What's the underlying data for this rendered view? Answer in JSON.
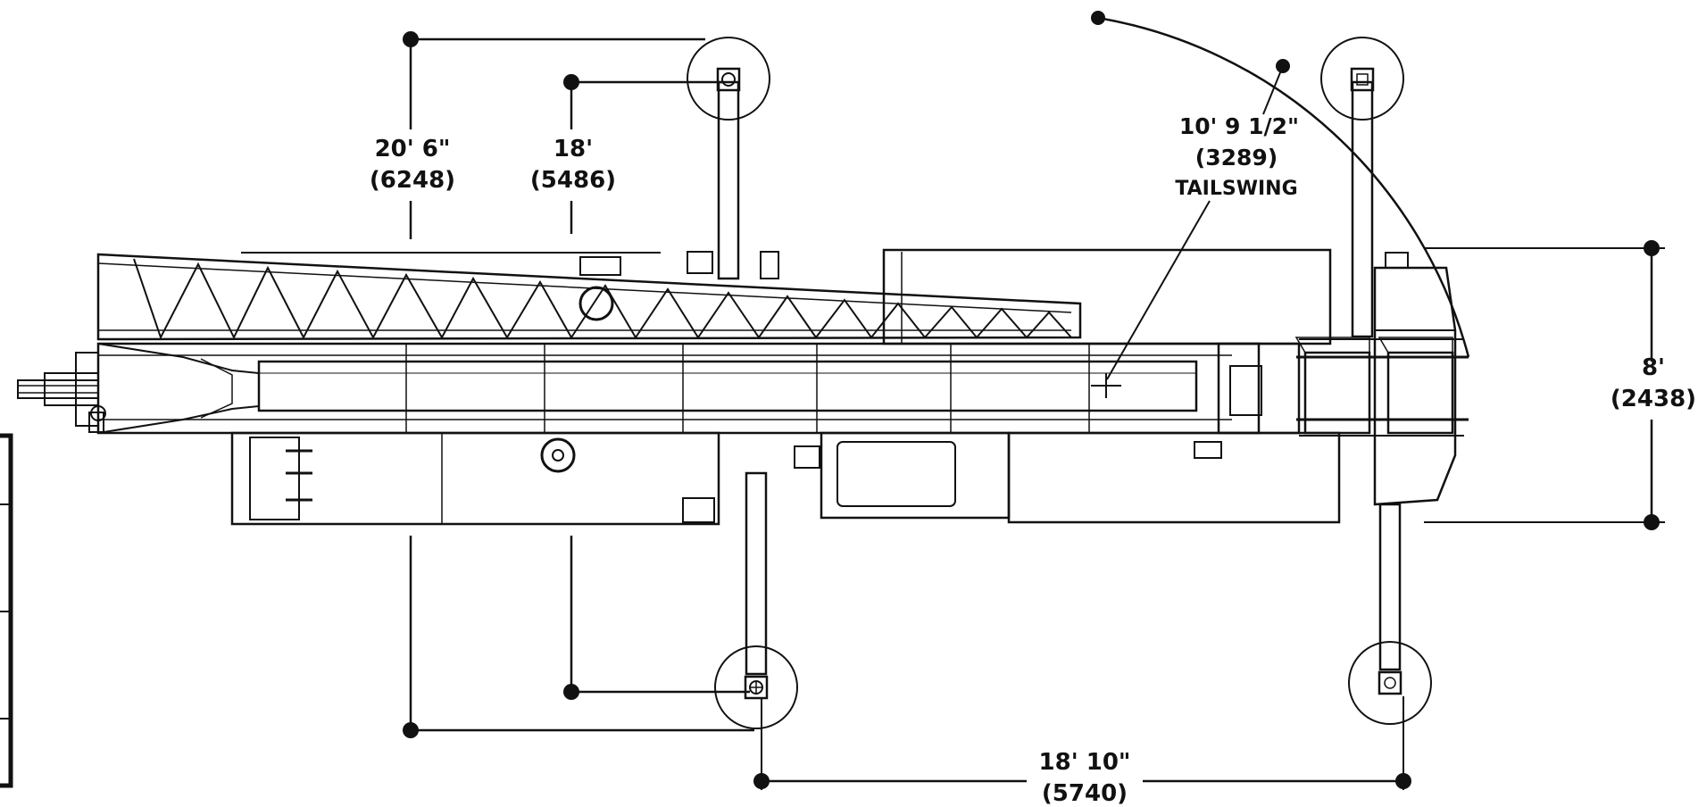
{
  "dimensions": {
    "outrigger_span_outer": {
      "imperial": "20' 6\"",
      "metric": "(6248)"
    },
    "outrigger_span_inner": {
      "imperial": "18'",
      "metric": "(5486)"
    },
    "tailswing": {
      "imperial": "10' 9 1/2\"",
      "metric": "(3289)",
      "label": "TAILSWING"
    },
    "overall_width": {
      "imperial": "8'",
      "metric": "(2438)"
    },
    "outrigger_spacing": {
      "imperial": "18' 10\"",
      "metric": "(5740)"
    }
  }
}
